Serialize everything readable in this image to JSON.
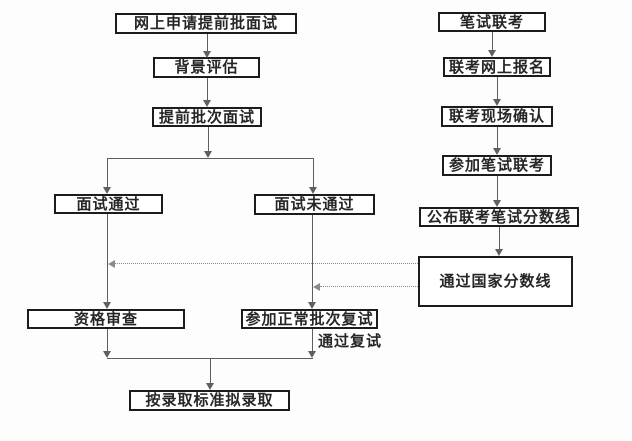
{
  "flowchart": {
    "early_interview_track": {
      "apply_online": "网上申请提前批面试",
      "background_evaluation": "背景评估",
      "early_batch_interview": "提前批次面试",
      "interview_passed": "面试通过",
      "interview_failed": "面试未通过",
      "qualification_review": "资格审查",
      "normal_batch_retest": "参加正常批次复试",
      "proposed_admission": "按录取标准拟录取"
    },
    "written_exam_track": {
      "written_joint_exam": "笔试联考",
      "online_registration": "联考网上报名",
      "onsite_confirmation": "联考现场确认",
      "take_joint_exam": "参加笔试联考",
      "announce_score_line": "公布联考笔试分数线",
      "pass_national_line": "通过国家分数线"
    },
    "edge_labels": {
      "pass_retest": "通过复试"
    },
    "colors": {
      "background": "#fdfdfd",
      "node_fill": "#ffffff",
      "node_border": "#1c1c1c",
      "connector": "#5f5f5f",
      "dotted_connector": "#8a8a8a",
      "text": "#262626"
    }
  }
}
